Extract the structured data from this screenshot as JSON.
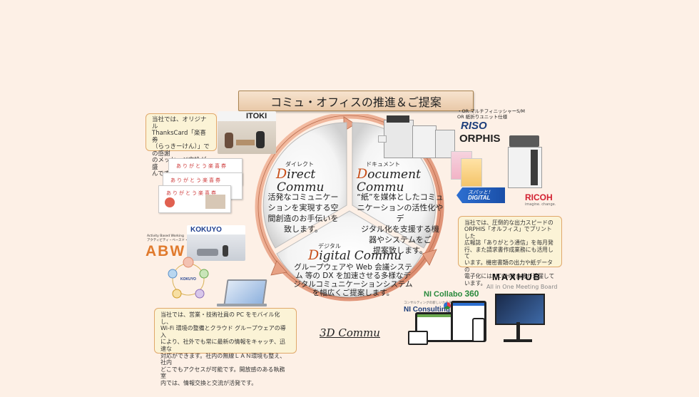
{
  "banner": {
    "title": "コミュ・オフィスの推進＆ご提案"
  },
  "cycle": {
    "direct": {
      "ruby": "ダイレクト",
      "cap": "D",
      "rest": "irect",
      "line2": "Commu",
      "text": [
        "活発なコミュニケー",
        "ションを実現する空",
        "間創造のお手伝いを",
        "致します。"
      ]
    },
    "document": {
      "ruby": "ドキュメント",
      "cap": "D",
      "rest": "ocument",
      "line2": "Commu",
      "text": [
        "“紙”を媒体としたコミュ",
        "ニケーションの活性化やデ",
        "ジタル化を支援する機",
        "器やシステムをご",
        "提案致します。"
      ]
    },
    "digital": {
      "ruby": "デジタル",
      "cap": "D",
      "rest": "igital Commu",
      "text": [
        "グループウェアや Web 会議システ",
        "ム 等の DX を加速させる多様なデ",
        "ジタルコミュニケーションシステム",
        "を幅広くご提案します。"
      ]
    }
  },
  "footer_label": "3D Commu",
  "notes": {
    "top_left": [
      "当社では、オリジナル",
      "ThanksCard「楽喜券",
      "（らっきーけん）」での感謝",
      "のメッセージ交換が盛",
      "んです♪"
    ],
    "right": [
      "当社では、圧倒的な出力スピードの",
      "ORPHIS「オルフィス」でプリントした",
      "広報誌「ありがとう通信」を毎月発",
      "行、また請求書作成業務にも活用して",
      "います。機密書類の出力や紙データの",
      "電子化にはRICOH複合機が活躍して",
      "います。"
    ],
    "bottom_left": [
      "当社では、営業・技術社員の PC をモバイル化し、",
      "Wi-Fi 環境の整備とクラウド グループウェアの導入",
      "により、社外でも常に最新の情報をキャッチ、迅速な",
      "対応ができます。社内の無線ＬＡＮ環境も整え、社内",
      "どこでもアクセスが可能です。開放感のある執務室",
      "内では、情報交換と交流が活発です。"
    ]
  },
  "logos": {
    "itoki": "ITOKI",
    "kokuyo": "KOKUYO",
    "abw_small1": "Activity Based Working",
    "abw_small2": "アクティビティ・ベースド・ワーキング",
    "abw": "ABW",
    "riso_note1": "・OR マルチフィニッシャーS/M",
    "riso_note2": "OR 紙折りユニット仕様",
    "riso": "RISO",
    "orphis": "ORPHIS",
    "ricoh": "RICOH",
    "ricoh_tag": "imagine. change.",
    "scan1": "スパッと！",
    "scan2": "DIGITAL",
    "maxhub": "MAXHUB",
    "maxhub_tag": "All in One Meeting Board",
    "ni_collabo": "NI Collabo",
    "ni_360": "360",
    "ni_consulting_small": "コンサルティングの新しいカタチ",
    "ni_consulting": "NI Consulting"
  },
  "thanks_cards": {
    "text": "ありがとう楽喜券"
  },
  "abw_diagram": {
    "center": "KOKUYO"
  },
  "colors": {
    "accent": "#c8501b",
    "ring": "#d88a6a",
    "note_border": "#e0a86a",
    "note_bg": "#fbf3d6"
  }
}
